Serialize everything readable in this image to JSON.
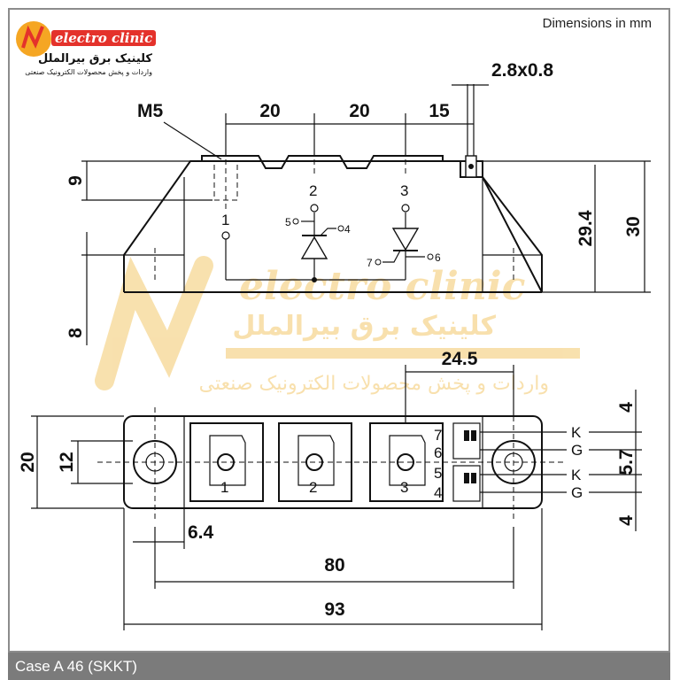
{
  "logo": {
    "brand": "electro clinic",
    "name_fa": "کلینیک برق بیرالملل",
    "tagline_fa": "واردات و پخش محصولات الکترونیک صنعتی"
  },
  "watermark": {
    "brand": "electro clinic",
    "name_fa": "کلینیک برق بیرالملل",
    "tagline_fa": "واردات و پخش محصولات الکترونیک صنعتی"
  },
  "units_label": "Dimensions in mm",
  "side_view": {
    "thread_label": "M5",
    "top_dims": [
      "20",
      "20",
      "15"
    ],
    "tab_dim": "2.8x0.8",
    "left_dims": [
      "9",
      "8"
    ],
    "right_dims": [
      "29.4",
      "30"
    ],
    "pins": [
      "1",
      "2",
      "3",
      "4",
      "5",
      "6",
      "7"
    ]
  },
  "top_view": {
    "dim_top": "24.5",
    "left_dims": [
      "20",
      "12"
    ],
    "bottom_dims": [
      "6.4",
      "80",
      "93"
    ],
    "right_dims": [
      "4",
      "5.7",
      "4"
    ],
    "terminal_labels": [
      "1",
      "2",
      "3"
    ],
    "aux_pins": [
      "7",
      "6",
      "5",
      "4"
    ],
    "gate_labels": [
      "K",
      "G",
      "K",
      "G"
    ]
  },
  "footer": {
    "caption": "Case A 46 (SKKT)"
  },
  "colors": {
    "frame": "#8c8c8c",
    "footer_bg": "#7b7b7b",
    "logo_orange": "#f5a623",
    "logo_red": "#e4322b",
    "watermark": "#f3c86b"
  }
}
